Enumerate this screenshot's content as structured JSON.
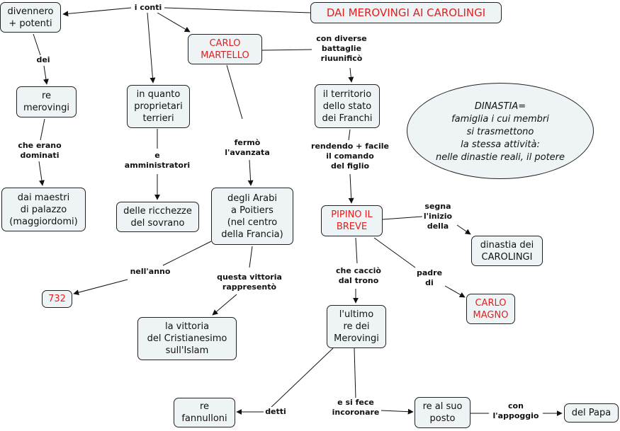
{
  "title": "DAI MEROVINGI AI CAROLINGI",
  "nodes": {
    "divennero": "divennero\n+ potenti",
    "re_merovingi": "re\nmerovingi",
    "maestri": "dai maestri\ndi palazzo\n(maggiordomi)",
    "proprietari": "in quanto\nproprietari\nterrieri",
    "ricchezze": "delle ricchezze\ndel sovrano",
    "carlo_martello": "CARLO\nMARTELLO",
    "arabi": "degli Arabi\na Poitiers\n(nel centro\ndella Francia)",
    "anno_732": "732",
    "vittoria": "la vittoria\ndel Cristianesimo\nsull'Islam",
    "territorio": "il territorio\ndello stato\ndei Franchi",
    "pipino": "PIPINO IL\nBREVE",
    "dinastia_carolingi": "dinastia dei\nCAROLINGI",
    "carlo_magno": "CARLO\nMAGNO",
    "ultimo_re": "l'ultimo\nre dei\nMerovingi",
    "fannulloni": "re\nfannulloni",
    "al_suo_posto": "re al suo\nposto",
    "papa": "del Papa",
    "dinastia_def": "DINASTIA=\nfamiglia i cui membri\nsi trasmettono\nla stessa attività:\nnelle dinastie reali, il potere"
  },
  "links": {
    "i_conti": "i conti",
    "dei": "dei",
    "che_erano_dominati": "che erano\ndominati",
    "e_amministratori": "e\namministratori",
    "fermo_avanzata": "fermò\nl'avanzata",
    "con_diverse_battaglie": "con diverse\nbattaglie\nriuunificò",
    "rendendo": "rendendo + facile\nil comando\ndel figlio",
    "segna_inizio": "segna\nl'inizio\ndella",
    "padre_di": "padre\ndi",
    "che_caccio": "che cacciò\ndal trono",
    "nell_anno": "nell'anno",
    "questa_vittoria": "questa vittoria\nrappresentò",
    "detti": "detti",
    "e_si_fece": "e si fece\nincoronare",
    "con_appoggio": "con\nl'appoggio"
  }
}
